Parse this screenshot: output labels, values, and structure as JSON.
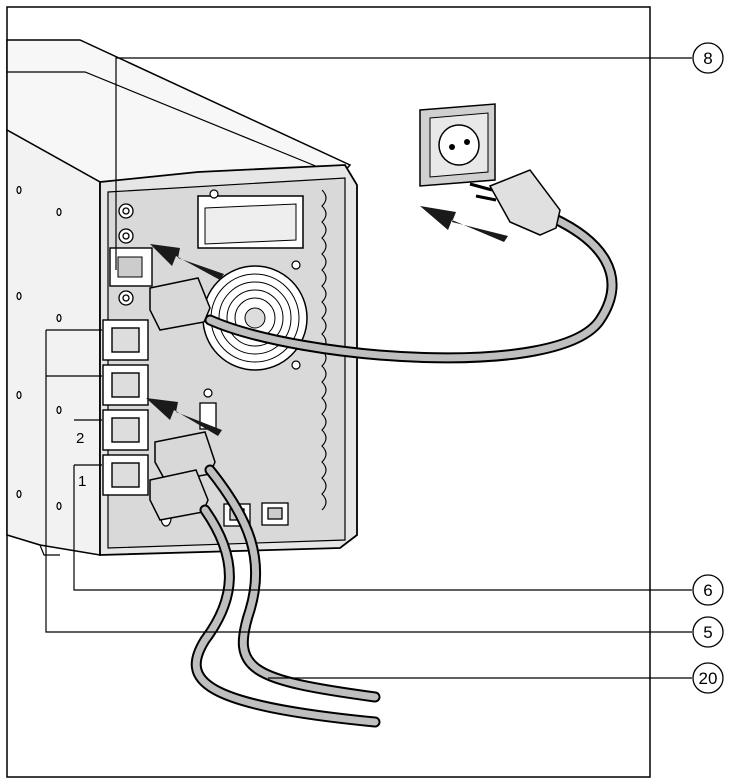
{
  "callouts": {
    "c8": "8",
    "c6": "6",
    "c5": "5",
    "c20": "20"
  },
  "port_labels": {
    "p2": "2",
    "p1": "1"
  },
  "colors": {
    "line": "#000000",
    "panel_gray": "#d9d9d9",
    "body_gray": "#f2f2f2",
    "cable_gray": "#bfbfbf",
    "arrow": "#1a1a1a"
  },
  "icons": [
    "wall-socket-icon",
    "schuko-plug-icon",
    "iec-connector-icon",
    "fan-grille-icon",
    "rj45-port-icon",
    "push-arrow-icon"
  ]
}
